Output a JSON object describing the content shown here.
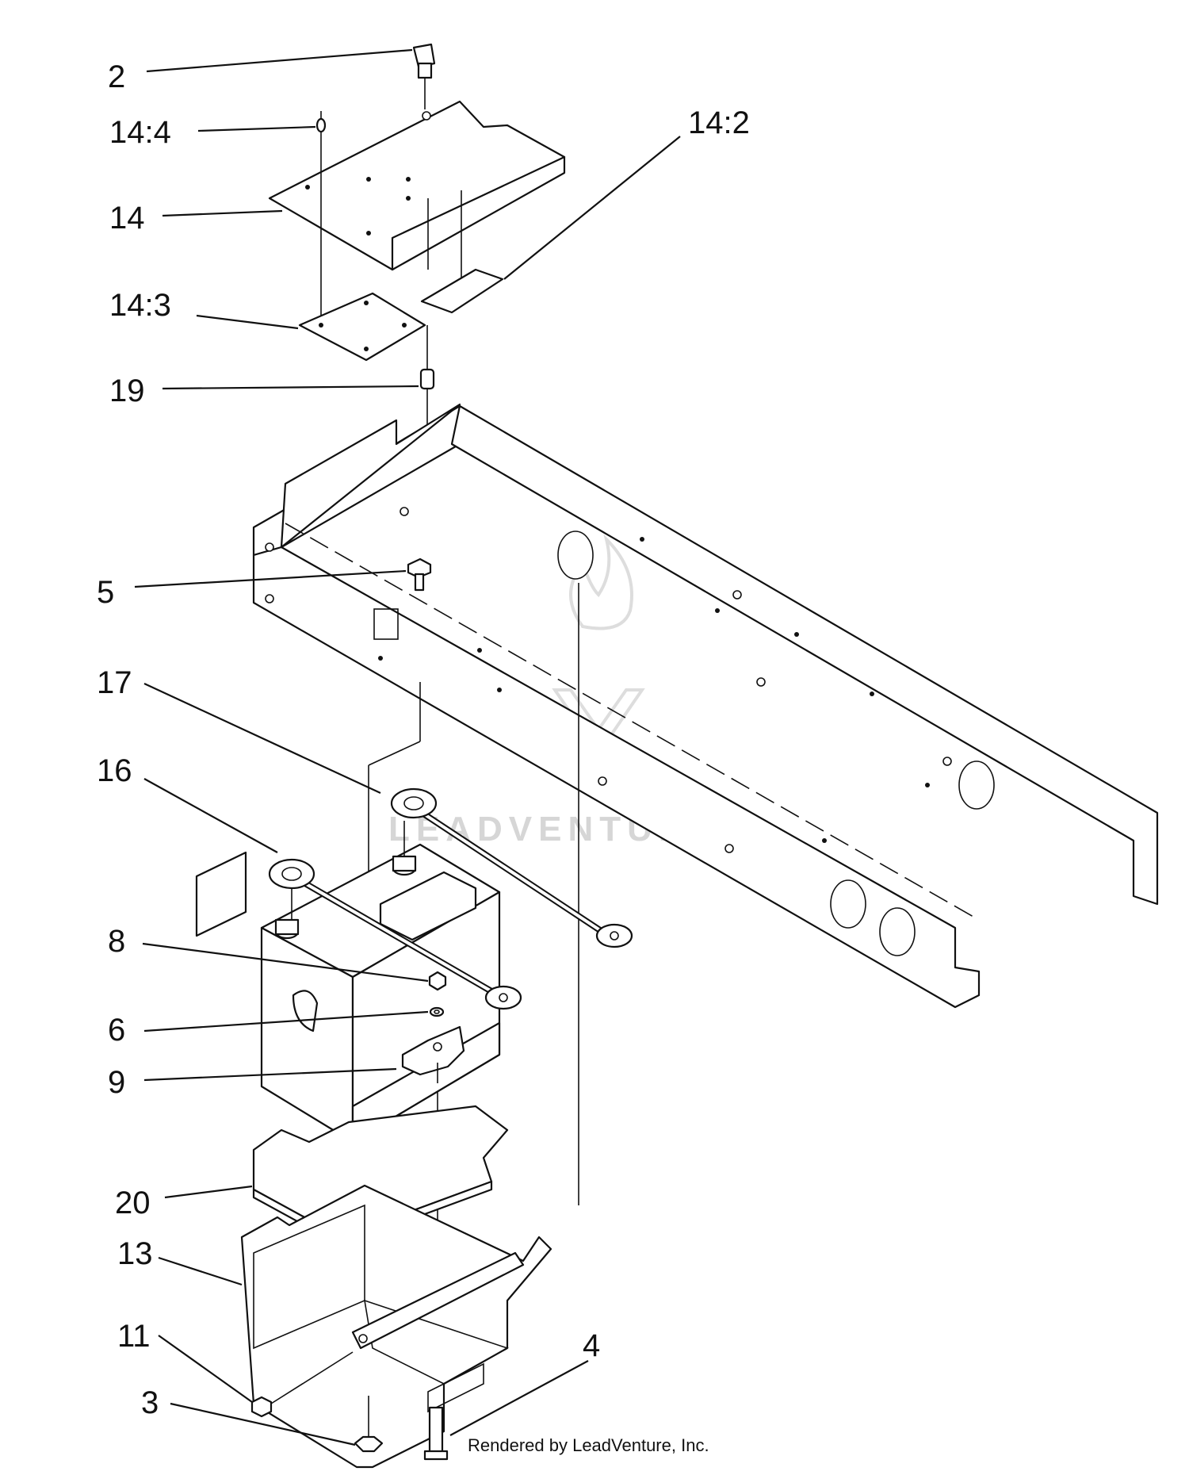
{
  "callouts": [
    {
      "id": "c2",
      "label": "2"
    },
    {
      "id": "c14-4",
      "label": "14:4"
    },
    {
      "id": "c14-2",
      "label": "14:2"
    },
    {
      "id": "c14",
      "label": "14"
    },
    {
      "id": "c14-3",
      "label": "14:3"
    },
    {
      "id": "c19",
      "label": "19"
    },
    {
      "id": "c5",
      "label": "5"
    },
    {
      "id": "c17",
      "label": "17"
    },
    {
      "id": "c16",
      "label": "16"
    },
    {
      "id": "c8",
      "label": "8"
    },
    {
      "id": "c6",
      "label": "6"
    },
    {
      "id": "c9",
      "label": "9"
    },
    {
      "id": "c20",
      "label": "20"
    },
    {
      "id": "c13",
      "label": "13"
    },
    {
      "id": "c11",
      "label": "11"
    },
    {
      "id": "c4",
      "label": "4"
    },
    {
      "id": "c3",
      "label": "3"
    }
  ],
  "watermark": "LEADVENTURE",
  "credit": "Rendered by LeadVenture, Inc."
}
